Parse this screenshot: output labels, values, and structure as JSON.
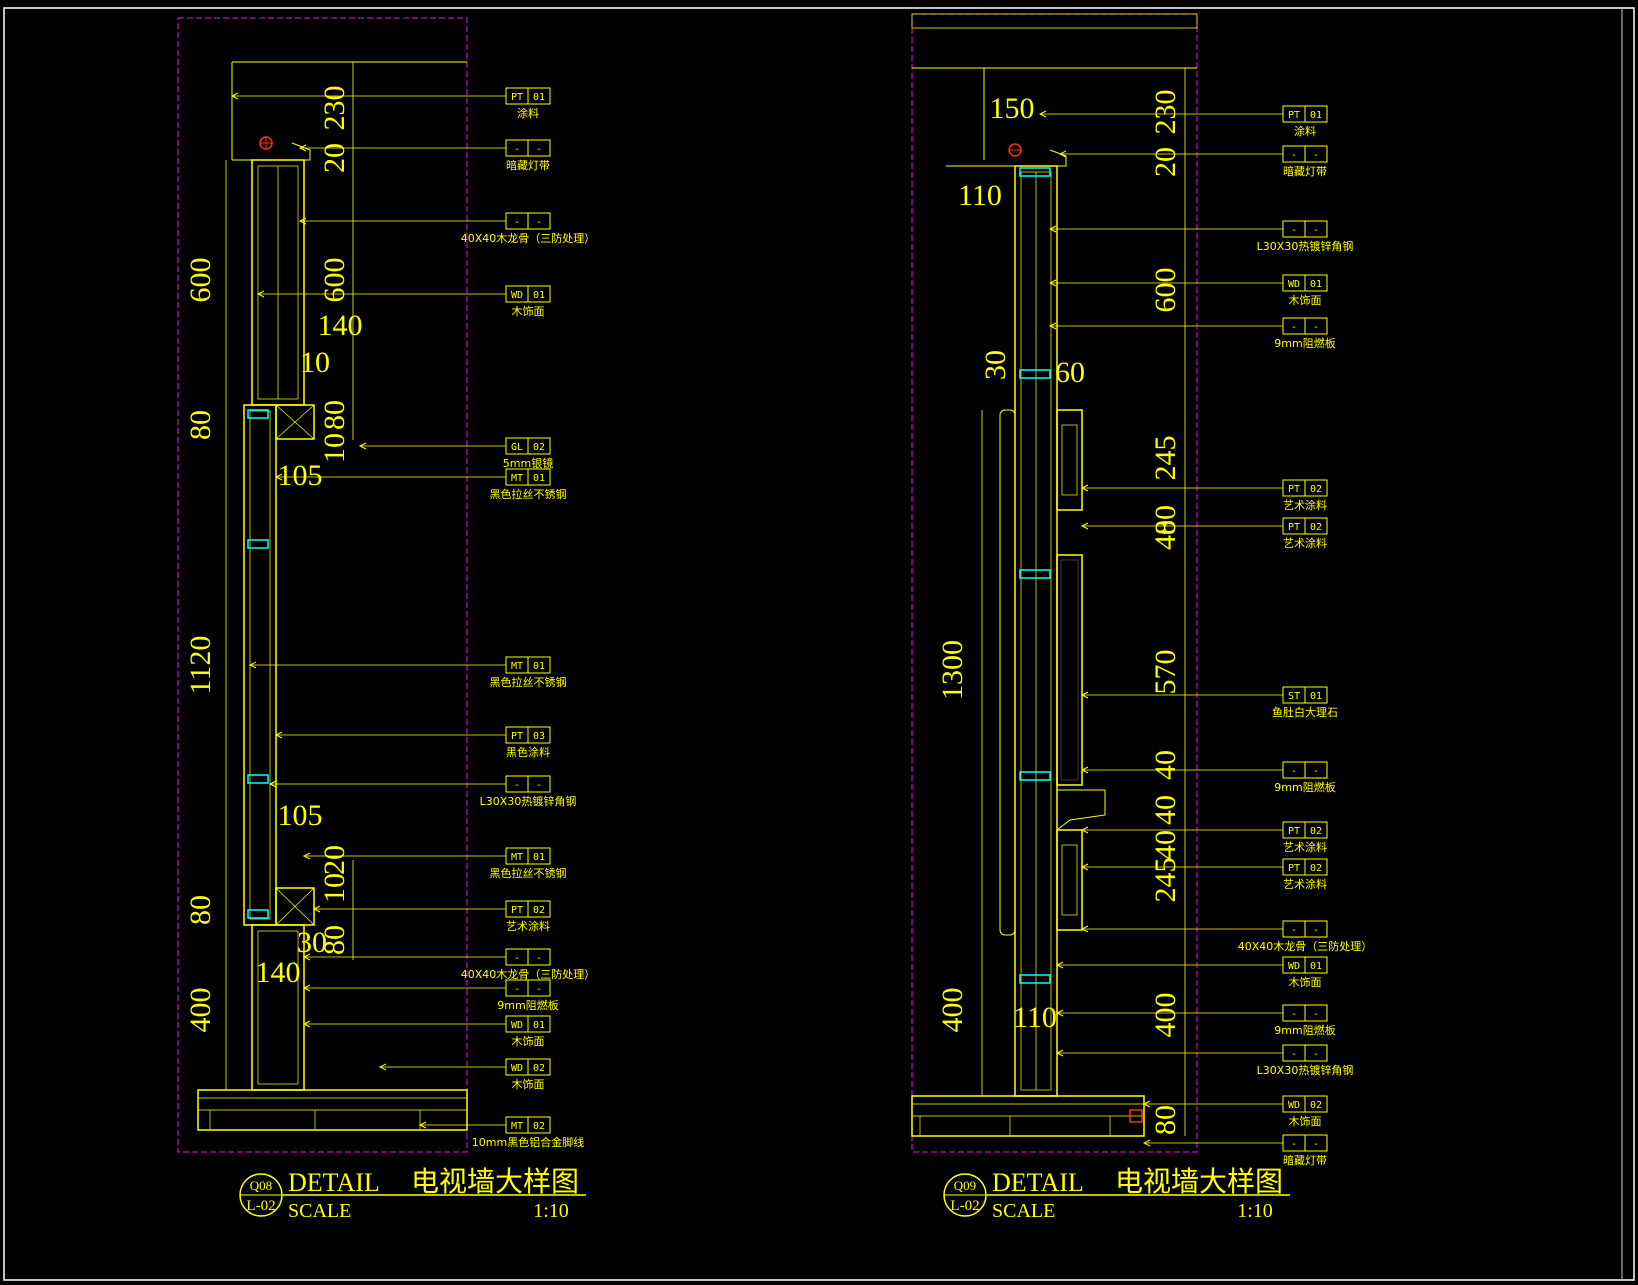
{
  "colors": {
    "background": "#000000",
    "line": "#ffff00",
    "frame": "#ff00ff",
    "steel": "#00ffff",
    "lamp": "#ff3300",
    "border": "#ffffff"
  },
  "left": {
    "dims_left": [
      "600",
      "80",
      "1120",
      "80",
      "400"
    ],
    "dims_right": [
      "230",
      "20",
      "600",
      "140",
      "10",
      "80",
      "10",
      "105",
      "105",
      "20",
      "10",
      "80",
      "30",
      "140"
    ],
    "tags": [
      {
        "code": "PT",
        "num": "01",
        "label": "涂料"
      },
      {
        "code": "-",
        "num": "-",
        "label": "暗藏灯带"
      },
      {
        "code": "-",
        "num": "-",
        "label": "40X40木龙骨（三防处理）"
      },
      {
        "code": "WD",
        "num": "01",
        "label": "木饰面"
      },
      {
        "code": "GL",
        "num": "02",
        "label": "5mm银镜"
      },
      {
        "code": "MT",
        "num": "01",
        "label": "黑色拉丝不锈钢"
      },
      {
        "code": "MT",
        "num": "01",
        "label": "黑色拉丝不锈钢"
      },
      {
        "code": "PT",
        "num": "03",
        "label": "黑色涂料"
      },
      {
        "code": "-",
        "num": "-",
        "label": "L30X30热镀锌角钢"
      },
      {
        "code": "MT",
        "num": "01",
        "label": "黑色拉丝不锈钢"
      },
      {
        "code": "PT",
        "num": "02",
        "label": "艺术涂料"
      },
      {
        "code": "-",
        "num": "-",
        "label": "40X40木龙骨（三防处理）"
      },
      {
        "code": "-",
        "num": "-",
        "label": "9mm阻燃板"
      },
      {
        "code": "WD",
        "num": "01",
        "label": "木饰面"
      },
      {
        "code": "WD",
        "num": "02",
        "label": "木饰面"
      },
      {
        "code": "MT",
        "num": "02",
        "label": "10mm黑色铝合金脚线"
      }
    ],
    "title": {
      "code_top": "Q08",
      "code_bottom": "L-02",
      "detail": "DETAIL",
      "name": "电视墙大样图",
      "scale_label": "SCALE",
      "scale_value": "1:10"
    }
  },
  "right": {
    "dims_left": [
      "150",
      "110",
      "30",
      "60",
      "1300",
      "400",
      "110"
    ],
    "dims_right": [
      "230",
      "20",
      "600",
      "245",
      "40",
      "80",
      "570",
      "40",
      "40",
      "40",
      "245",
      "400",
      "80"
    ],
    "tags": [
      {
        "code": "PT",
        "num": "01",
        "label": "涂料"
      },
      {
        "code": "-",
        "num": "-",
        "label": "暗藏灯带"
      },
      {
        "code": "-",
        "num": "-",
        "label": "L30X30热镀锌角钢"
      },
      {
        "code": "WD",
        "num": "01",
        "label": "木饰面"
      },
      {
        "code": "-",
        "num": "-",
        "label": "9mm阻燃板"
      },
      {
        "code": "PT",
        "num": "02",
        "label": "艺术涂料"
      },
      {
        "code": "PT",
        "num": "02",
        "label": "艺术涂料"
      },
      {
        "code": "ST",
        "num": "01",
        "label": "鱼肚白大理石"
      },
      {
        "code": "-",
        "num": "-",
        "label": "9mm阻燃板"
      },
      {
        "code": "PT",
        "num": "02",
        "label": "艺术涂料"
      },
      {
        "code": "PT",
        "num": "02",
        "label": "艺术涂料"
      },
      {
        "code": "-",
        "num": "-",
        "label": "40X40木龙骨（三防处理）"
      },
      {
        "code": "WD",
        "num": "01",
        "label": "木饰面"
      },
      {
        "code": "-",
        "num": "-",
        "label": "9mm阻燃板"
      },
      {
        "code": "-",
        "num": "-",
        "label": "L30X30热镀锌角钢"
      },
      {
        "code": "WD",
        "num": "02",
        "label": "木饰面"
      },
      {
        "code": "-",
        "num": "-",
        "label": "暗藏灯带"
      }
    ],
    "title": {
      "code_top": "Q09",
      "code_bottom": "L-02",
      "detail": "DETAIL",
      "name": "电视墙大样图",
      "scale_label": "SCALE",
      "scale_value": "1:10"
    }
  }
}
